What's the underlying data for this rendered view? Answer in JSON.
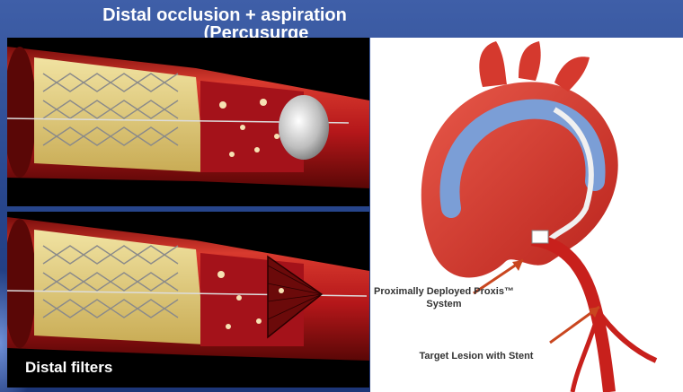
{
  "slide": {
    "title_line1": "Distal occlusion + aspiration",
    "title_line2": "(Percusurge"
  },
  "panels": {
    "bottom_caption": "Distal filters"
  },
  "diagram": {
    "label_proxis": "Proximally Deployed Proxis™ System",
    "label_target": "Target Lesion with Stent"
  },
  "colors": {
    "vessel_red": "#c8201c",
    "plaque_yellow": "#e7d38a",
    "slide_blue": "#2c4a8f"
  }
}
